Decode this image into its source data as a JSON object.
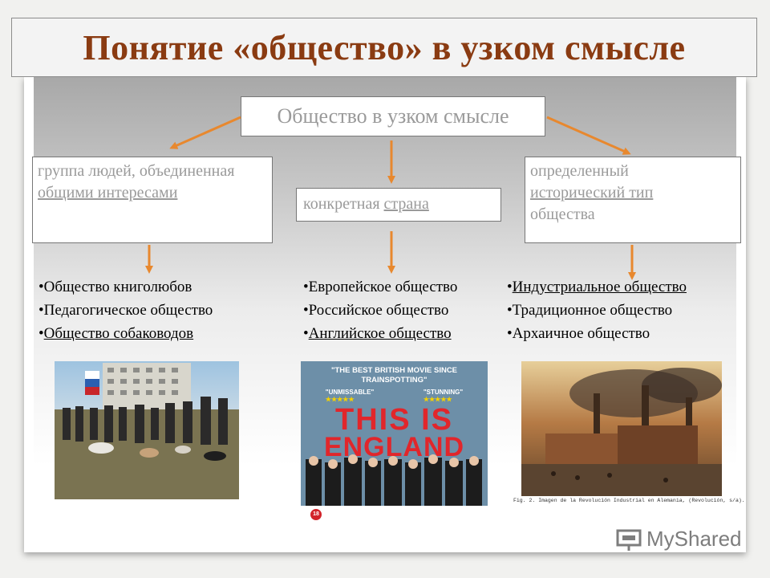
{
  "title": "Понятие «общество» в узком смысле",
  "center_box": "Общество в узком смысле",
  "left_box": {
    "plain1": "группа людей, объединенная ",
    "underlined1": "общими интересами",
    "plain2": ""
  },
  "mid_box": {
    "plain1": "конкретная ",
    "underlined1": "страна"
  },
  "right_box": {
    "line1": "определенный",
    "underlined1": "исторический тип",
    "line3": "общества"
  },
  "lists": {
    "left": [
      {
        "text": "•Общество книголюбов",
        "underline": false
      },
      {
        "text": "•Педагогическое общество",
        "underline": false
      },
      {
        "text": "•",
        "underlined": "Общество собаководов",
        "underline": true
      }
    ],
    "mid": [
      {
        "text": "•Европейское общество",
        "underline": false
      },
      {
        "text": "•Российское общество",
        "underline": false
      },
      {
        "text": "•",
        "underlined": "Английское общество",
        "underline": true
      }
    ],
    "right": [
      {
        "text": "•",
        "underlined": "Индустриальное общество",
        "underline": true
      },
      {
        "text": "•Традиционное общество",
        "underline": false
      },
      {
        "text": "•Архаичное общество",
        "underline": false
      }
    ]
  },
  "poster": {
    "top_line1": "\"THE BEST BRITISH MOVIE SINCE",
    "top_line2": "TRAINSPOTTING\"",
    "quote1": "\"UNMISSABLE\"",
    "quote2": "\"STUNNING\"",
    "stars": "★★★★★",
    "title1": "THIS IS",
    "title2": "ENGLAND",
    "rating": "18"
  },
  "caption": "Fig. 2. Imagen de la Revolución Industrial en Alemania, (Revolución, s/a).",
  "watermark": "MyShared",
  "colors": {
    "title": "#8a3b12",
    "arrow": "#e8882e",
    "box_text": "#9a9a9a"
  }
}
